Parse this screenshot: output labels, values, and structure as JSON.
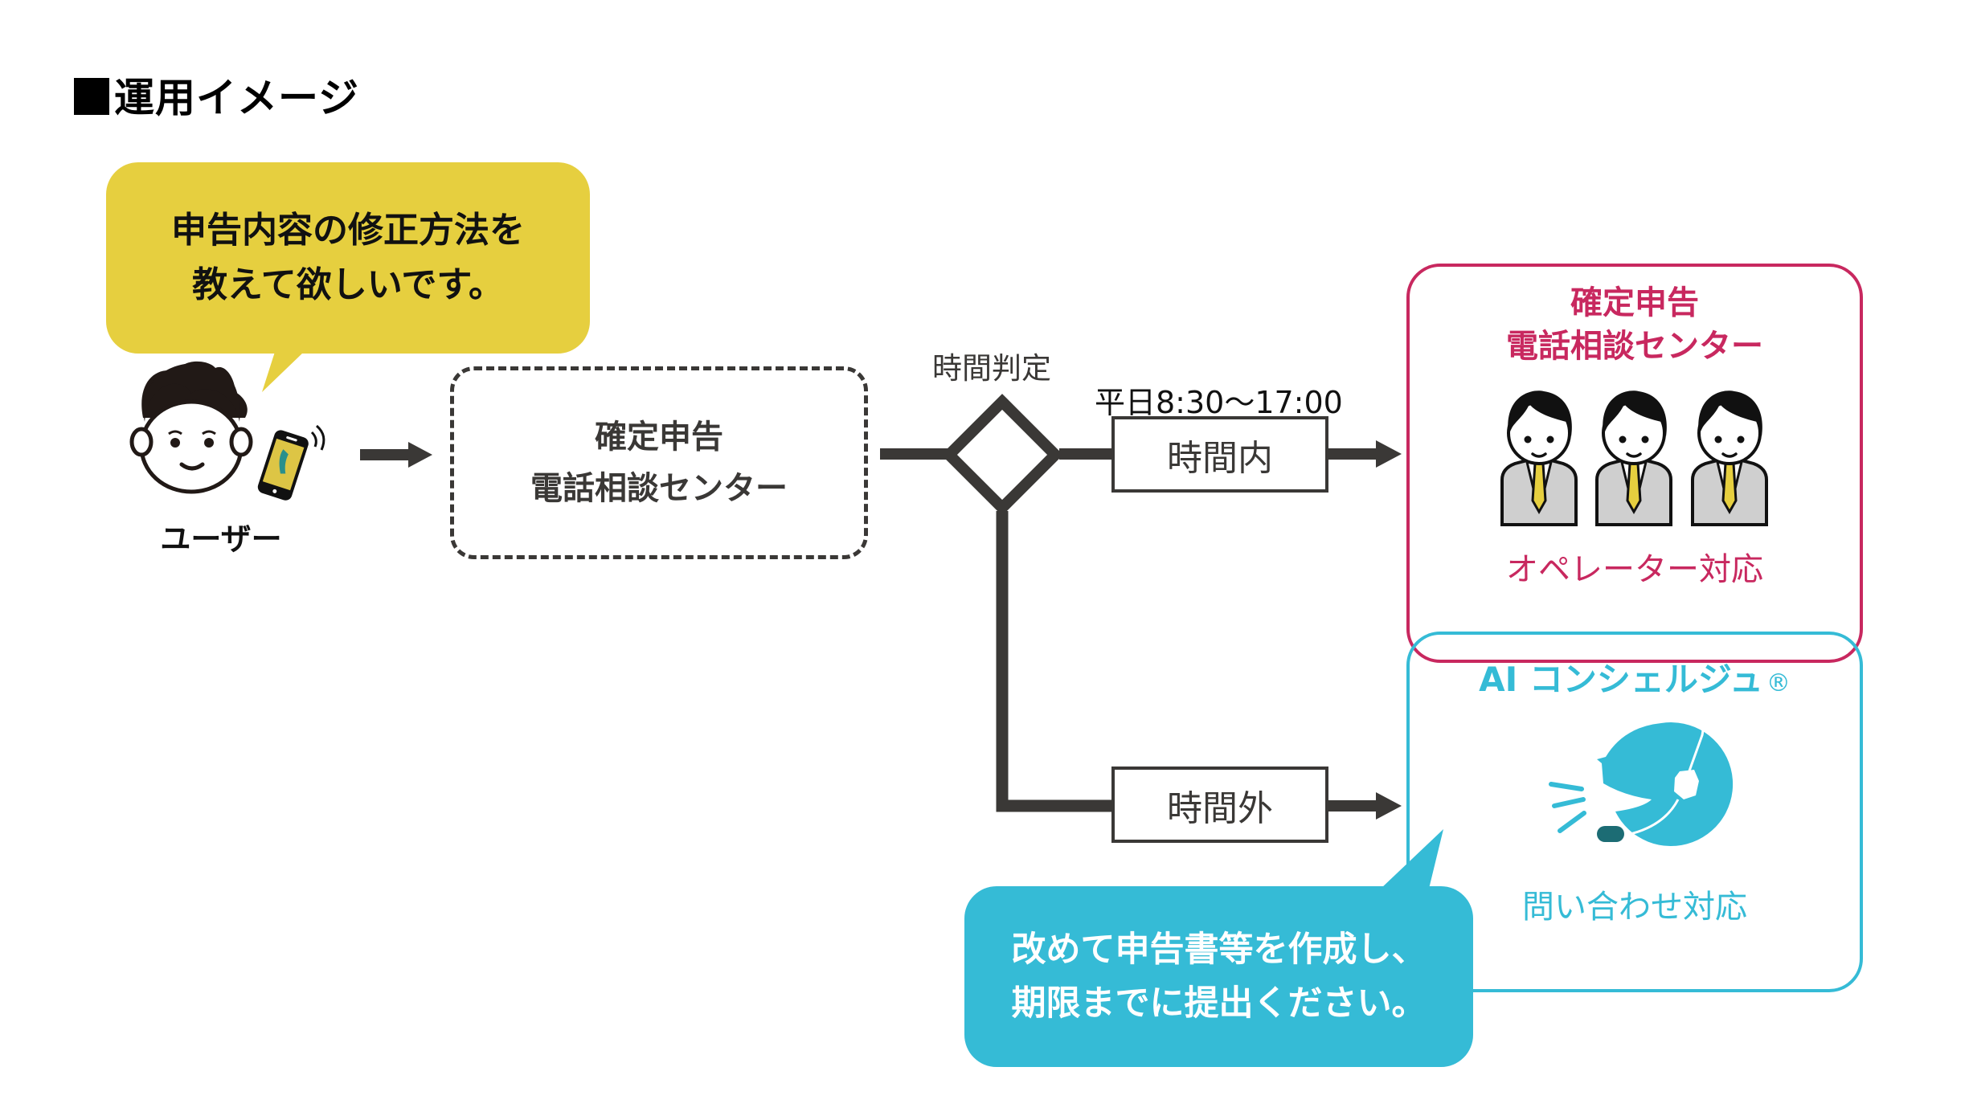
{
  "title": "運用イメージ",
  "colors": {
    "dark": "#3a3836",
    "pink": "#c8285f",
    "cyan": "#35bbd6",
    "yellow": "#e6cf3f",
    "teal_dark": "#1c6c74",
    "phone_screen": "#ddc545",
    "phone_icon": "#2a8f8c",
    "suit_gray": "#cfcfcf",
    "tie_yellow": "#e6cf3f"
  },
  "user": {
    "label": "ユーザー",
    "icon": "user-with-phone-icon",
    "speech": [
      "申告内容の修正方法を",
      "教えて欲しいです。"
    ]
  },
  "call_center": {
    "lines": [
      "確定申告",
      "電話相談センター"
    ]
  },
  "decision": {
    "label": "時間判定",
    "hours_label": "平日8:30〜17:00",
    "in_hours": "時間内",
    "out_of_hours": "時間外"
  },
  "operator_panel": {
    "title_lines": [
      "確定申告",
      "電話相談センター"
    ],
    "icon": "operators-icon",
    "caption": "オペレーター対応"
  },
  "ai_panel": {
    "title": "AI コンシェルジュ",
    "registered_mark": "®",
    "icon": "ai-headset-icon",
    "caption": "問い合わせ対応",
    "speech": [
      "改めて申告書等を作成し、",
      "期限までに提出ください。"
    ]
  }
}
